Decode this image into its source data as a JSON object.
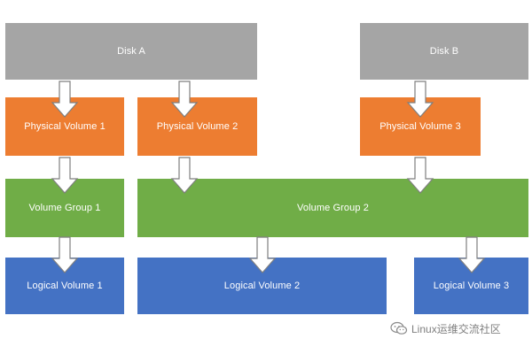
{
  "diagram": {
    "disks": [
      {
        "label": "Disk A"
      },
      {
        "label": "Disk B"
      }
    ],
    "physical_volumes": [
      {
        "label": "Physical Volume 1"
      },
      {
        "label": "Physical Volume 2"
      },
      {
        "label": "Physical Volume 3"
      }
    ],
    "volume_groups": [
      {
        "label": "Volume Group 1"
      },
      {
        "label": "Volume Group 2"
      }
    ],
    "logical_volumes": [
      {
        "label": "Logical Volume 1"
      },
      {
        "label": "Logical Volume 2"
      },
      {
        "label": "Logical Volume 3"
      }
    ],
    "colors": {
      "disk": "#a5a5a5",
      "physical_volume": "#ed7d31",
      "volume_group": "#70ad47",
      "logical_volume": "#4472c4",
      "arrow_fill": "#ffffff",
      "arrow_stroke": "#7f7f7f"
    }
  },
  "watermark": {
    "text": "Linux运维交流社区",
    "icon": "wechat-icon"
  }
}
